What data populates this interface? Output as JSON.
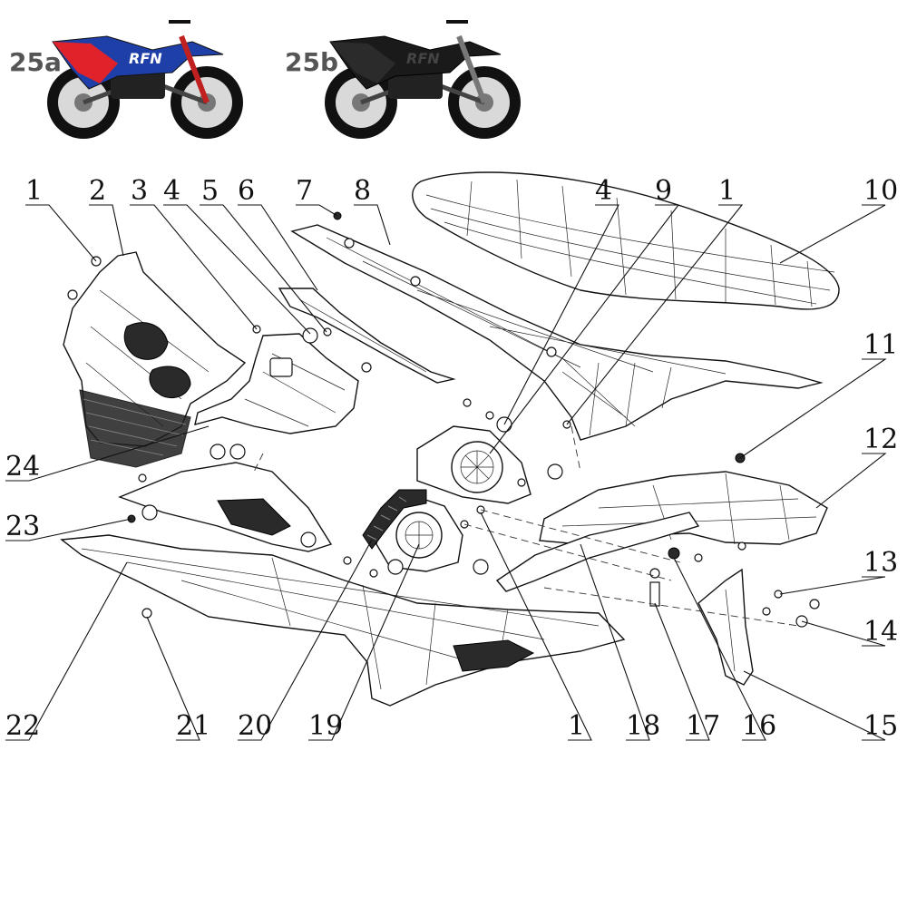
{
  "variants": [
    {
      "id": "25a",
      "label": "25a",
      "body_color": "#1f3fa8",
      "accent_color": "#e0232a",
      "graphic_text": "RFN"
    },
    {
      "id": "25b",
      "label": "25b",
      "body_color": "#1a1a1a",
      "accent_color": "#2b2b2b",
      "graphic_text": "RFN"
    }
  ],
  "callouts": {
    "c1a": "1",
    "c2": "2",
    "c3": "3",
    "c4a": "4",
    "c5": "5",
    "c6": "6",
    "c7": "7",
    "c8": "8",
    "c4b": "4",
    "c9": "9",
    "c1b": "1",
    "c10": "10",
    "c11": "11",
    "c12": "12",
    "c13": "13",
    "c14": "14",
    "c15": "15",
    "c16": "16",
    "c17": "17",
    "c18": "18",
    "c1c": "1",
    "c19": "19",
    "c20": "20",
    "c21": "21",
    "c22": "22",
    "c23": "23",
    "c24": "24"
  }
}
